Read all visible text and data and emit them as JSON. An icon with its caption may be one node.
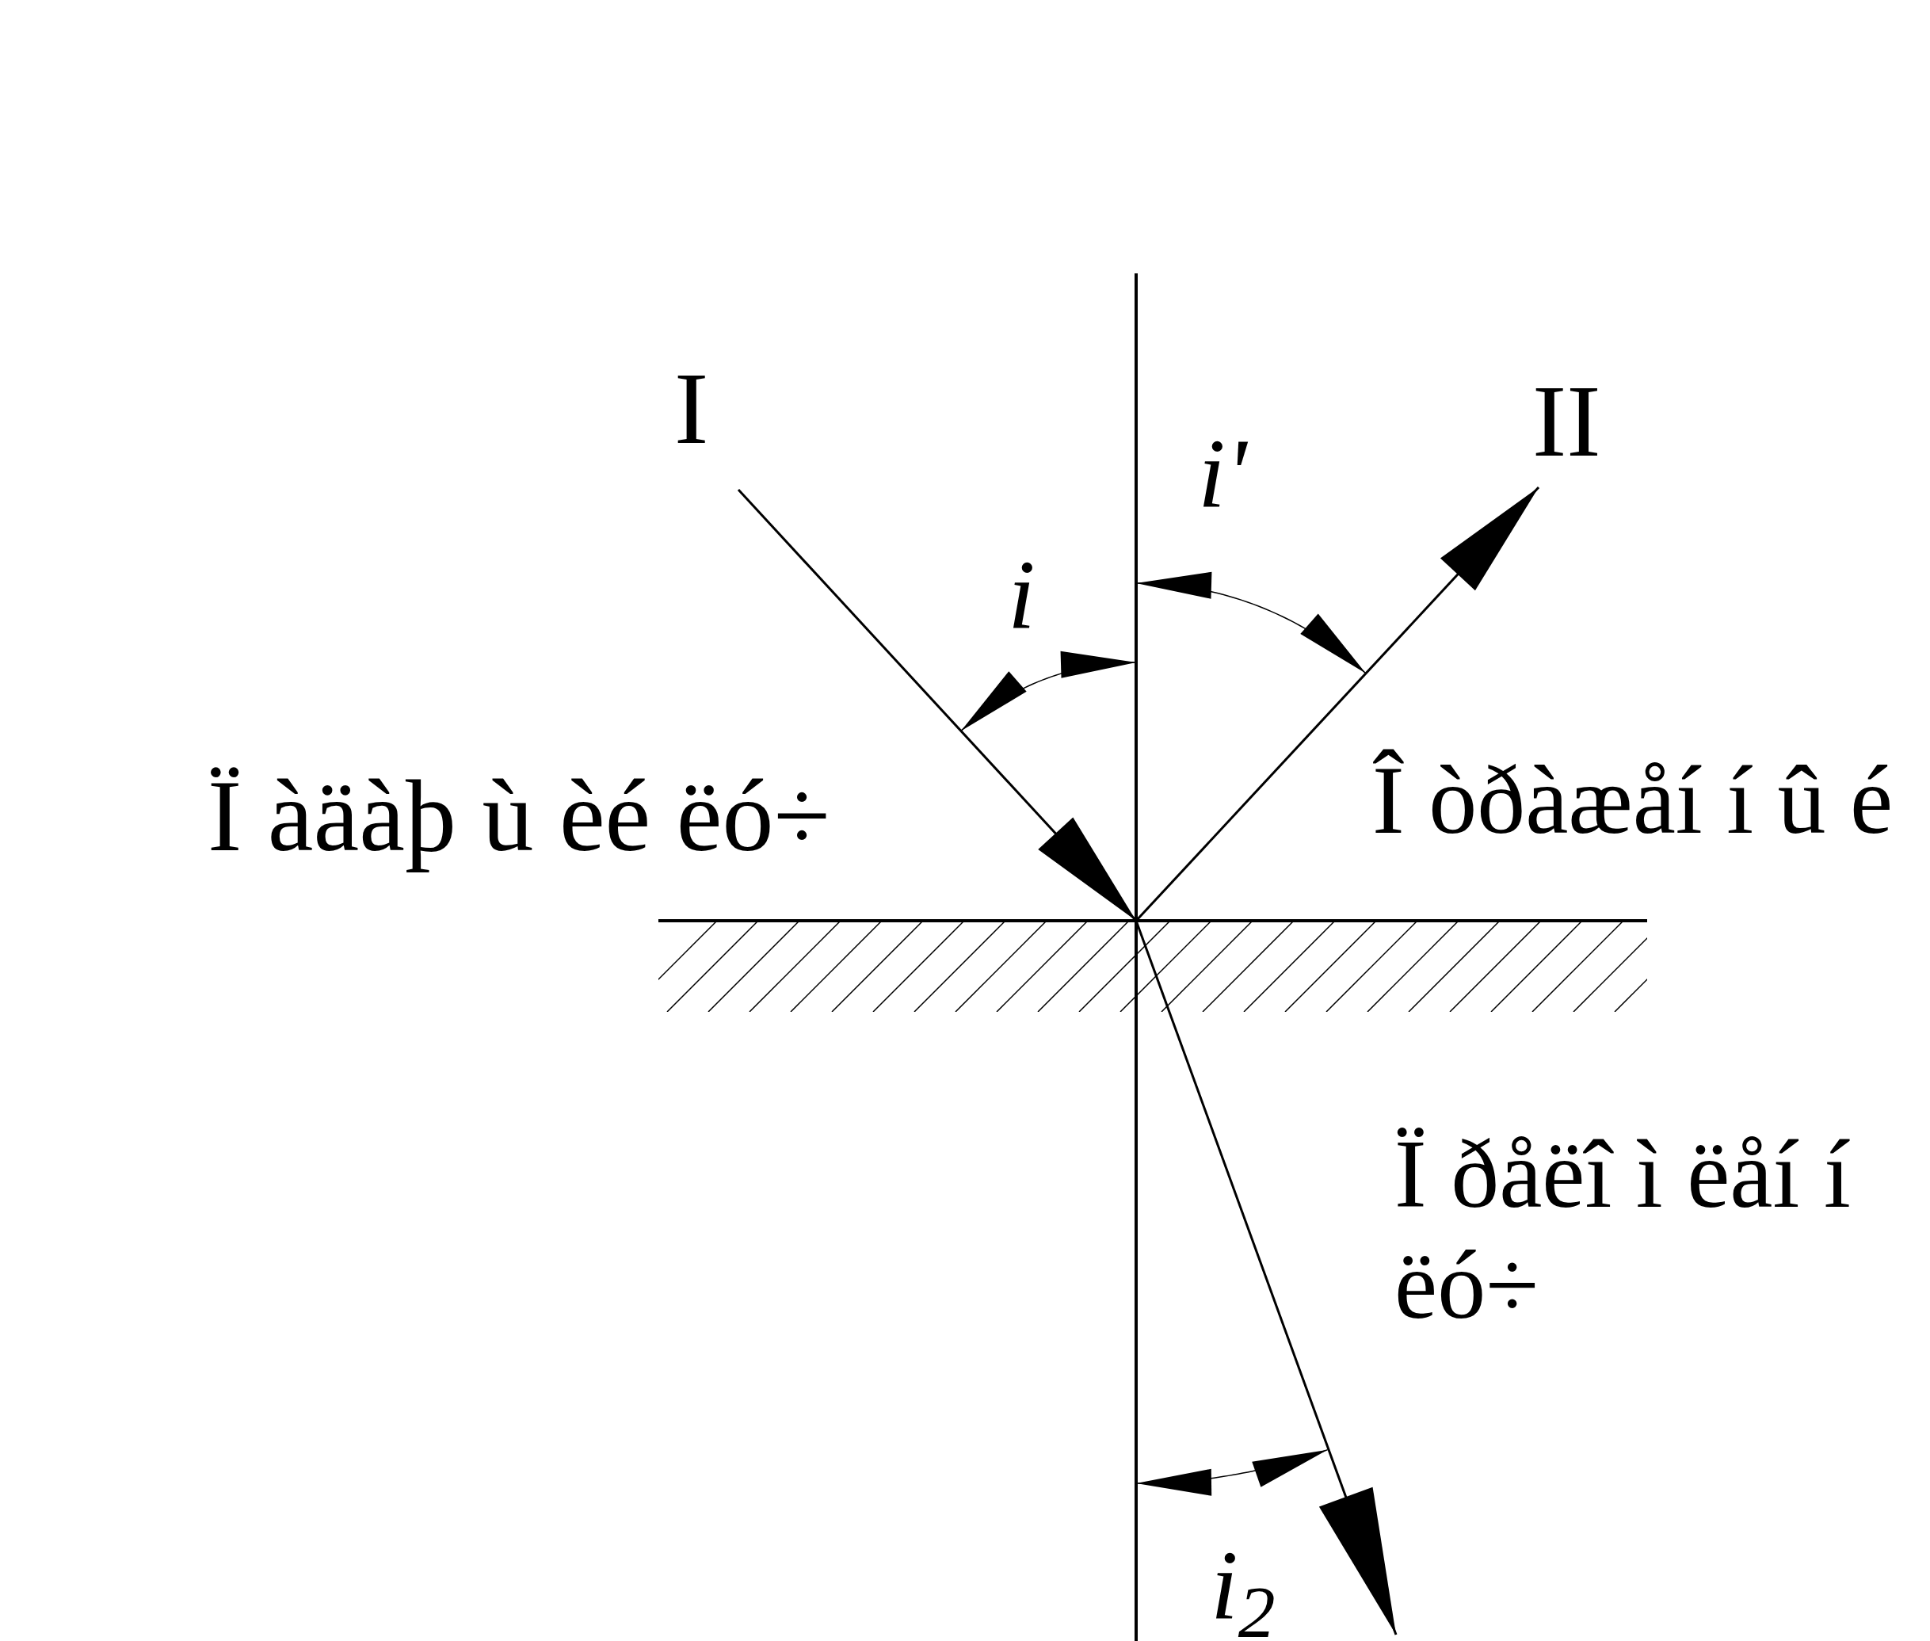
{
  "diagram": {
    "labels": [
      "I",
      "II",
      "i'",
      "i",
      "Ï àäàþ ù èé ëó÷",
      "Î òðàæåí í û é",
      "Ï ðåëî ì ëåí í ëó÷",
      "i$_{2}$"
    ]
  }
}
